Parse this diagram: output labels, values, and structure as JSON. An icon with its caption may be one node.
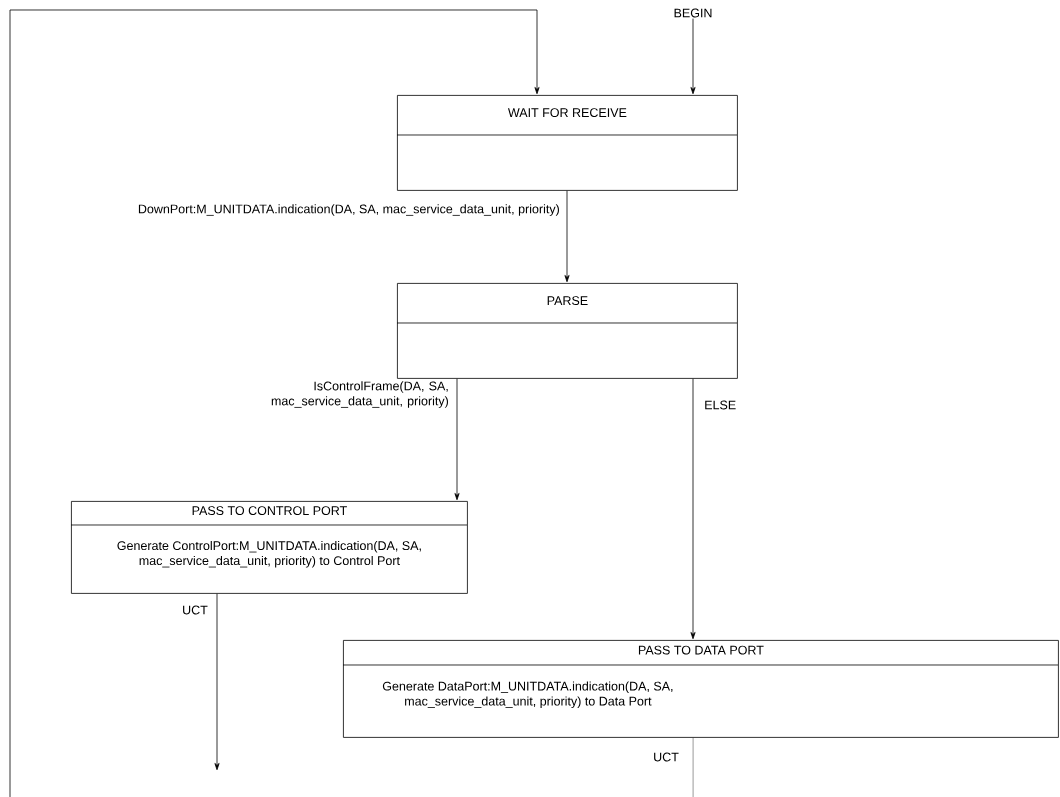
{
  "diagram": {
    "nodes": [
      {
        "text": [
          "BEGIN"
        ]
      },
      {
        "text": [
          "WAIT FOR RECEIVE"
        ]
      },
      {
        "text": [
          "PARSE"
        ]
      },
      {
        "text": [
          "PASS TO CONTROL PORT",
          "Generate ControlPort:M_UNITDATA.indication(DA, SA, mac_service_data_unit, priority) to Control Port"
        ]
      },
      {
        "text": [
          "PASS TO DATA PORT",
          "Generate DataPort:M_UNITDATA.indication(DA, SA, mac_service_data_unit, priority) to Data Port"
        ]
      }
    ],
    "edges": [
      {
        "from": 0,
        "to": 1,
        "arrow": "to"
      },
      {
        "from": 1,
        "to": 2,
        "arrow": "to",
        "label": "DownPort:M_UNITDATA.indication(DA, SA, mac_service_data_unit, priority)"
      },
      {
        "from": 2,
        "to": 3,
        "arrow": "to",
        "label": "IsControlFrame(DA, SA, mac_service_data_unit, priority)"
      },
      {
        "from": 2,
        "to": 4,
        "arrow": "to",
        "label": "ELSE"
      },
      {
        "from": 3,
        "to": null,
        "arrow": "to",
        "label": "UCT"
      },
      {
        "from": 4,
        "to": null,
        "arrow": "none",
        "label": "UCT"
      },
      {
        "from": null,
        "to": 1,
        "arrow": "to"
      }
    ]
  }
}
